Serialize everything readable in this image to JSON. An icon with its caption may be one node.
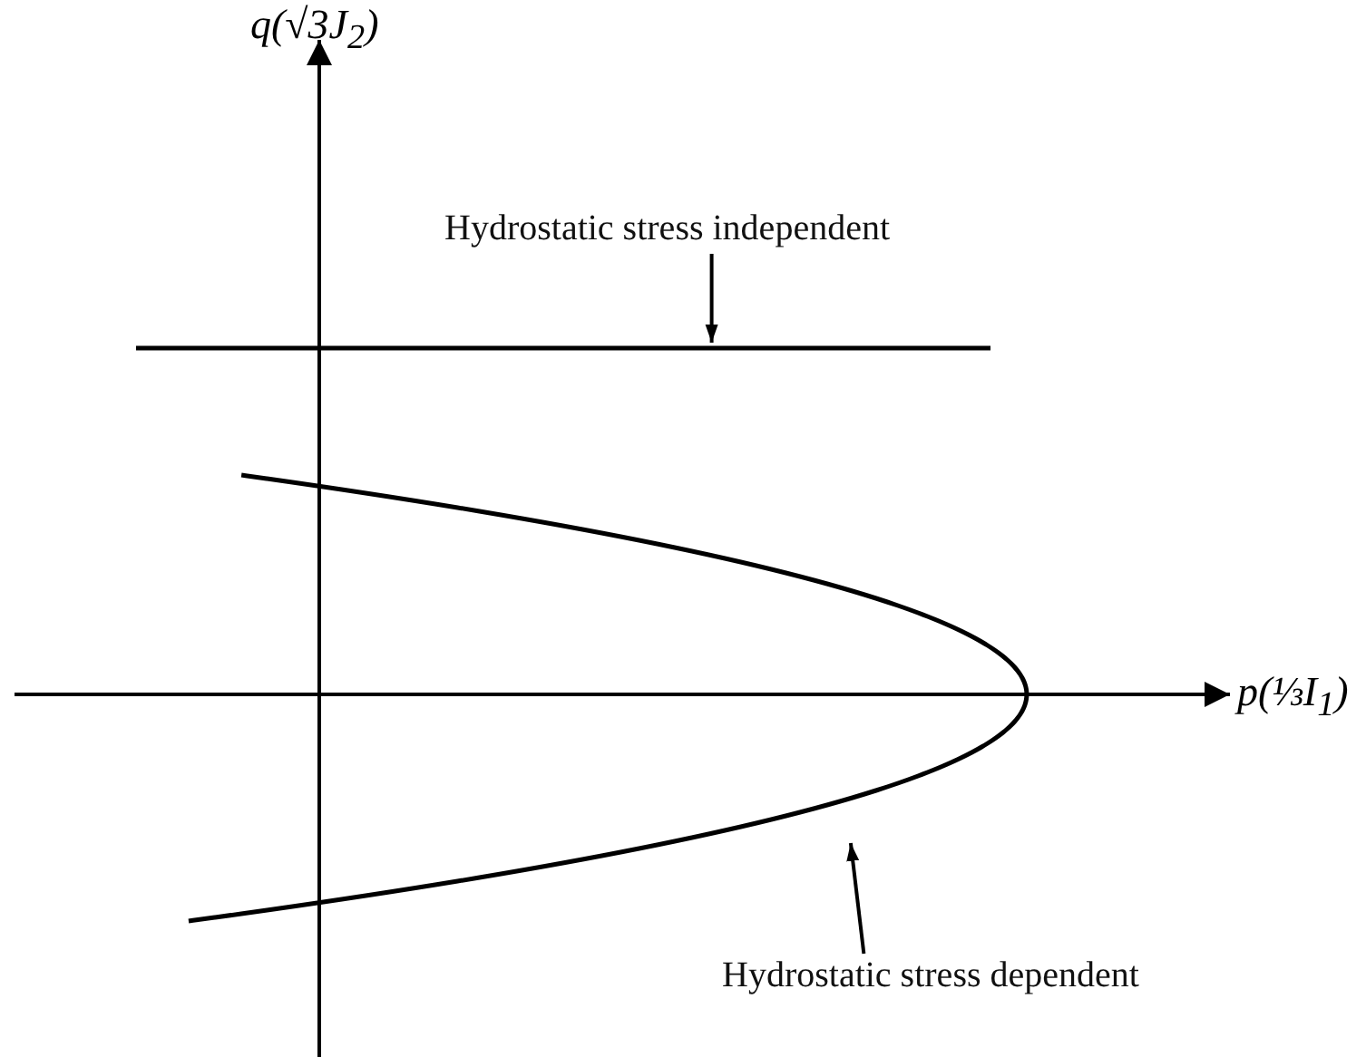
{
  "diagram": {
    "nodes": [
      {
        "text": [
          "Hydrostatic stress independent"
        ]
      },
      {
        "text": [],
        "shape": "line"
      },
      {
        "text": [
          "Hydrostatic stress dependent"
        ]
      },
      {
        "text": [],
        "shape": "curve"
      }
    ],
    "edges": [
      {
        "from": 0,
        "to": 1,
        "arrow": "to"
      },
      {
        "from": 2,
        "to": 3,
        "arrow": "to"
      }
    ],
    "labels": [
      "q(√3J$_{2}$)",
      "p(⅓I$_{1}$)"
    ]
  }
}
